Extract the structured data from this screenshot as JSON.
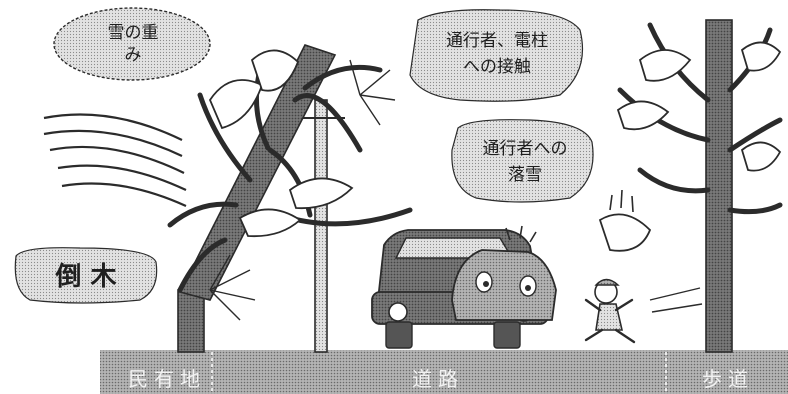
{
  "labels": {
    "snow_weight": "雪の重\nみ",
    "pedestrian_pole_contact": "通行者、電柱\nへの接触",
    "falling_snow_on_pedestrian": "通行者への\n落雪",
    "fallen_tree": "倒 木"
  },
  "ground": {
    "private_land": "民有地",
    "road": "道路",
    "sidewalk": "歩道"
  },
  "colors": {
    "ink": "#2b2b2b",
    "halftone_light": "#d2d2d2",
    "halftone_mid": "#9a9a9a",
    "halftone_dark": "#6e6e6e",
    "ground": "#8c8c8c"
  }
}
